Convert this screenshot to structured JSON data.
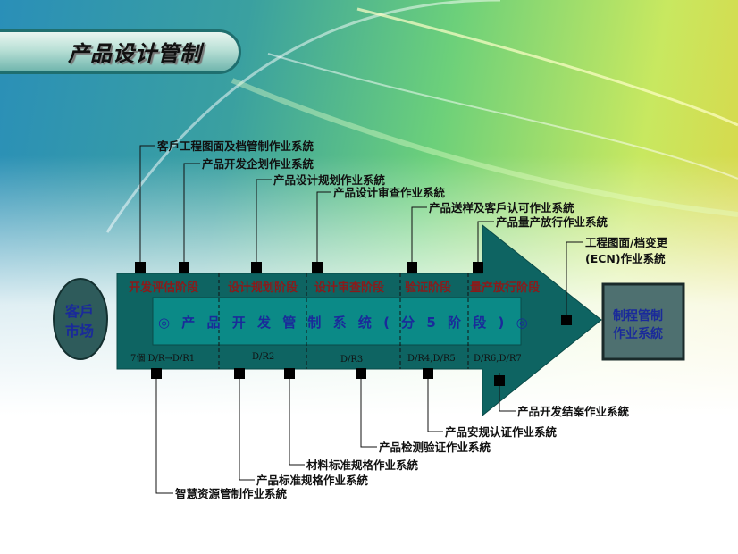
{
  "title": "产品设计管制",
  "customer": {
    "line1": "客戶",
    "line2": "市场"
  },
  "output_box": {
    "line1": "制程管制",
    "line2": "作业系統"
  },
  "band_text": "◎ 产 品 开 发 管 制 系 统 ( 分 5 阶 段 ) ◎",
  "stages": [
    {
      "label": "开发评估阶段",
      "review": "7個 D/R→D/R1"
    },
    {
      "label": "设计规划阶段",
      "review": "D/R2"
    },
    {
      "label": "设计审查阶段",
      "review": "D/R3"
    },
    {
      "label": "验证阶段",
      "review": "D/R4,D/R5"
    },
    {
      "label": "量产放行阶段",
      "review": "D/R6,D/R7"
    }
  ],
  "top_systems": [
    "客戶工程图面及档管制作业系統",
    "产品开发企划作业系統",
    "产品设计规划作业系統",
    "产品设计审查作业系統",
    "产品送样及客戶认可作业系統",
    "产品量产放行作业系統"
  ],
  "ecn_system": {
    "line1": "工程图面/档变更",
    "line2": "(ECN)作业系統"
  },
  "bottom_systems": [
    "智慧资源管制作业系統",
    "产品标准规格作业系統",
    "材料标准规格作业系統",
    "产品检测验证作业系統",
    "产品安规认证作业系統",
    "产品开发结案作业系統"
  ],
  "colors": {
    "arrow": "#0e6462",
    "band": "#0b8a87",
    "stage_text": "#8b1a1a",
    "blue_text": "#1a2a9a"
  }
}
